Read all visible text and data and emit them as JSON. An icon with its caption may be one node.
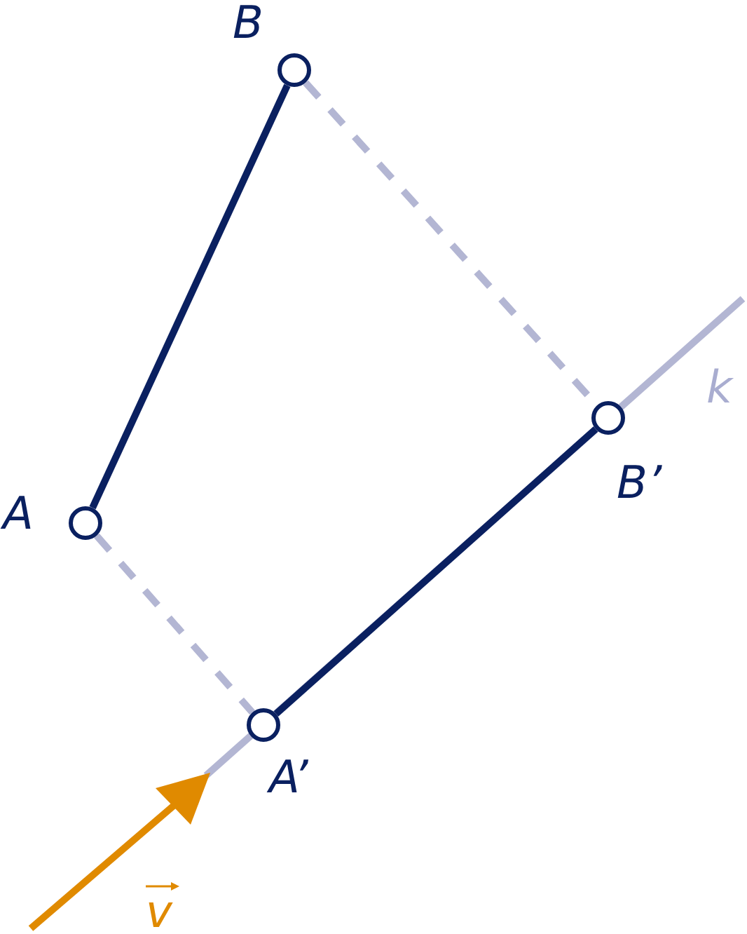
{
  "diagram": {
    "nodes": [
      {
        "text": [],
        "shape": "circle",
        "beside": [
          "B"
        ]
      },
      {
        "text": [],
        "shape": "circle",
        "beside": [
          "B’"
        ]
      },
      {
        "text": [],
        "shape": "circle",
        "beside": [
          "A"
        ]
      },
      {
        "text": [],
        "shape": "circle",
        "beside": [
          "A’"
        ]
      }
    ],
    "edges": [
      {
        "from": 2,
        "to": 0,
        "arrow": "none"
      },
      {
        "from": 0,
        "to": 1,
        "arrow": "none",
        "style": "dashed",
        "color": "#b3b6d3"
      },
      {
        "from": 2,
        "to": 3,
        "arrow": "none",
        "style": "dashed",
        "color": "#b3b6d3"
      },
      {
        "from": 3,
        "to": 1,
        "arrow": "none"
      }
    ],
    "labels": [
      "k",
      "v"
    ]
  }
}
